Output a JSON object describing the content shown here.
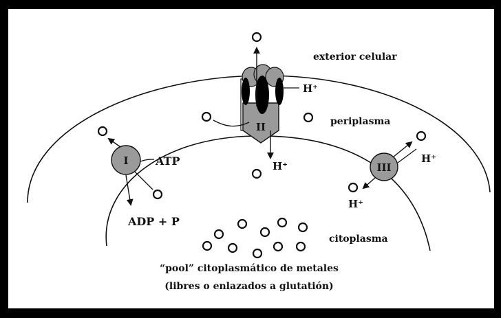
{
  "labels": {
    "exterior": "exterior celular",
    "periplasma": "periplasma",
    "citoplasma": "citoplasma",
    "atp": "ATP",
    "adp": "ADP + P",
    "h_plus": "H⁺",
    "pool_line1": "“pool” citoplasmático de metales",
    "pool_line2": "(libres o enlazados a glutatión)"
  },
  "transporters": {
    "t1": "I",
    "t2": "II",
    "t3": "III"
  }
}
